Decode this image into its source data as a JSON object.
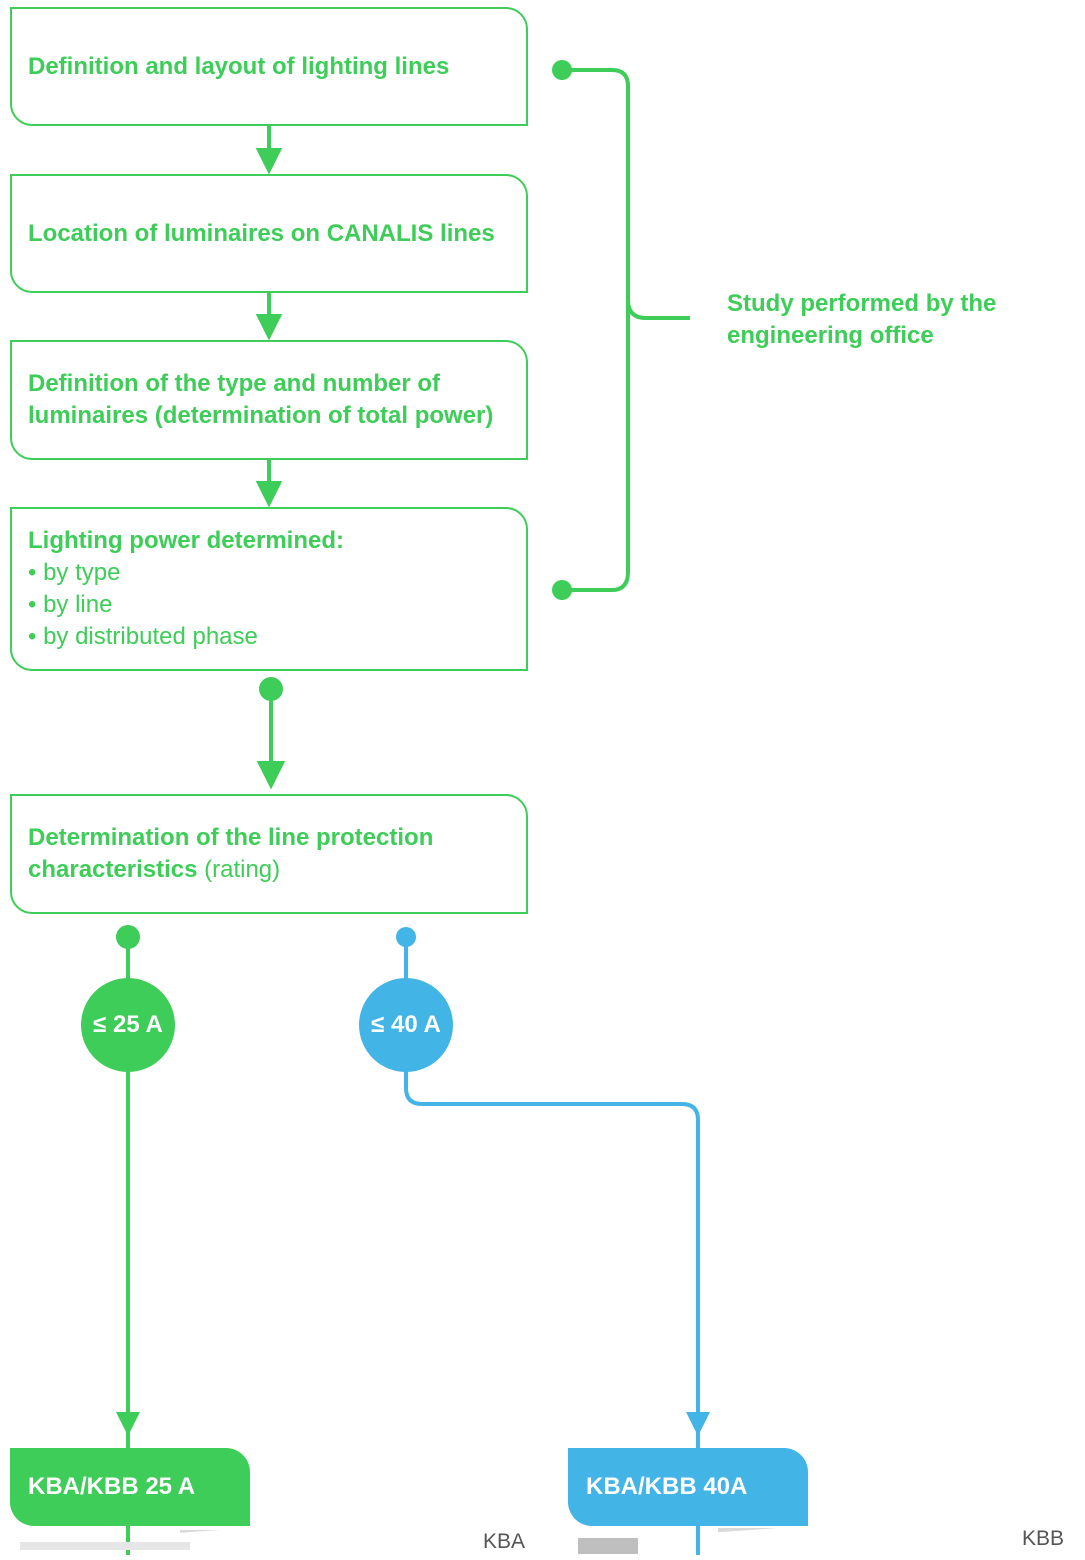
{
  "steps": [
    {
      "bold": "Definition and layout of lighting lines"
    },
    {
      "bold": "Location of luminaires on CANALIS lines"
    },
    {
      "bold": "Definition of the type and number of luminaires (determination of total power)"
    },
    {
      "bold": "Lighting power determined:",
      "bullets": [
        "• by type",
        "• by line",
        "• by distributed phase"
      ]
    },
    {
      "bold": "Determination of the line protection characteristics",
      "plain": " (rating)"
    }
  ],
  "bracket_label": "Study performed by the engineering office",
  "ratings": [
    {
      "label": "≤ 25 A",
      "color": "#3DCD58"
    },
    {
      "label": "≤ 40 A",
      "color": "#42B4E6"
    }
  ],
  "products": [
    {
      "label": "KBA/KBB 25 A",
      "ref": "KBA",
      "color": "#3DCD58"
    },
    {
      "label": "KBA/KBB 40A",
      "ref": "KBB",
      "color": "#42B4E6"
    }
  ]
}
